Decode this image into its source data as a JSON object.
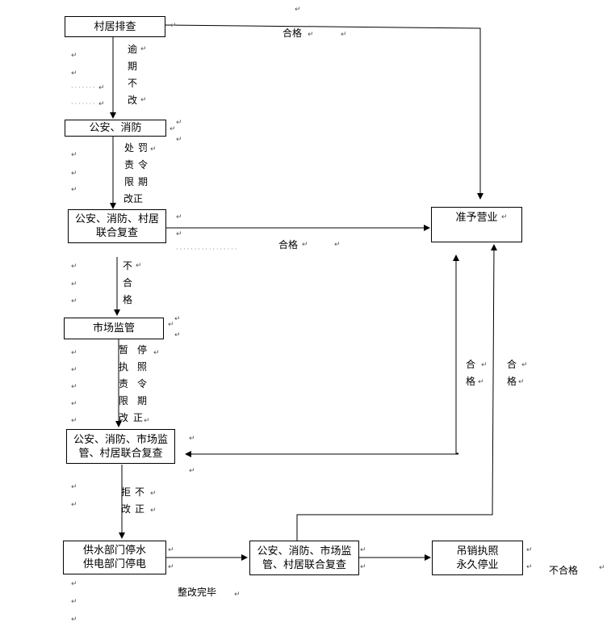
{
  "nodes": {
    "village_check": "村居排查",
    "police_fire": "公安、消防",
    "joint_recheck_1": [
      "公安、消防、村居",
      "联合复查"
    ],
    "approve": "准予营业",
    "market_supervision": "市场监管",
    "joint_recheck_2": [
      "公安、消防、市场监",
      "管、村居联合复查"
    ],
    "cut_utilities": [
      "供水部门停水",
      "供电部门停电"
    ],
    "joint_recheck_3": [
      "公安、消防、市场监",
      "管、村居联合复查"
    ],
    "revoke": [
      "吊销执照",
      "永久停业"
    ]
  },
  "edge_labels": {
    "pass_top": "合格",
    "overdue_no_fix": [
      "逾",
      "期",
      "不",
      "改"
    ],
    "punish_col1": [
      "处",
      "责",
      "限",
      "改正"
    ],
    "punish_col2": [
      "罚",
      "令",
      "期"
    ],
    "pass_mid": "合格",
    "fail_1": [
      "不",
      "合",
      "格"
    ],
    "suspend_col1": [
      "暂",
      "执",
      "责",
      "限",
      "改"
    ],
    "suspend_col2": [
      "停",
      "照",
      "令",
      "期",
      "正"
    ],
    "pass_right_1": [
      "合",
      "格"
    ],
    "pass_right_2": [
      "合",
      "格"
    ],
    "refuse_col1": [
      "拒",
      "改"
    ],
    "refuse_col2": [
      "不",
      "正"
    ],
    "rectify_done": "整改完毕",
    "fail_final": "不合格"
  },
  "marks": {
    "return_mark": "↵"
  }
}
